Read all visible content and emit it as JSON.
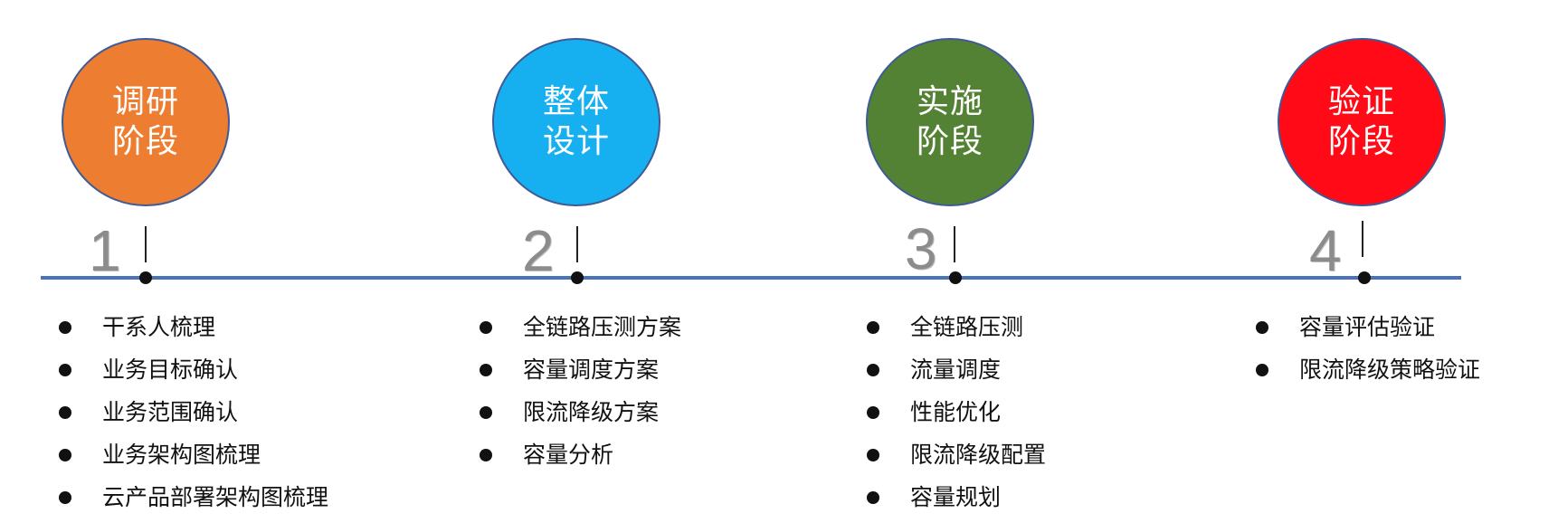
{
  "colors": {
    "line": "#4a72b8",
    "phase1": "#ed7d31",
    "phase2": "#16b0f0",
    "phase3": "#548235",
    "phase4": "#ff0a16"
  },
  "phases": [
    {
      "number": "1",
      "title_line1": "调研",
      "title_line2": "阶段",
      "tasks": [
        "干系人梳理",
        "业务目标确认",
        "业务范围确认",
        "业务架构图梳理",
        "云产品部署架构图梳理"
      ]
    },
    {
      "number": "2",
      "title_line1": "整体",
      "title_line2": "设计",
      "tasks": [
        "全链路压测方案",
        "容量调度方案",
        "限流降级方案",
        "容量分析"
      ]
    },
    {
      "number": "3",
      "title_line1": "实施",
      "title_line2": "阶段",
      "tasks": [
        "全链路压测",
        "流量调度",
        "性能优化",
        "限流降级配置",
        "容量规划"
      ]
    },
    {
      "number": "4",
      "title_line1": "验证",
      "title_line2": "阶段",
      "tasks": [
        "容量评估验证",
        "限流降级策略验证"
      ]
    }
  ]
}
